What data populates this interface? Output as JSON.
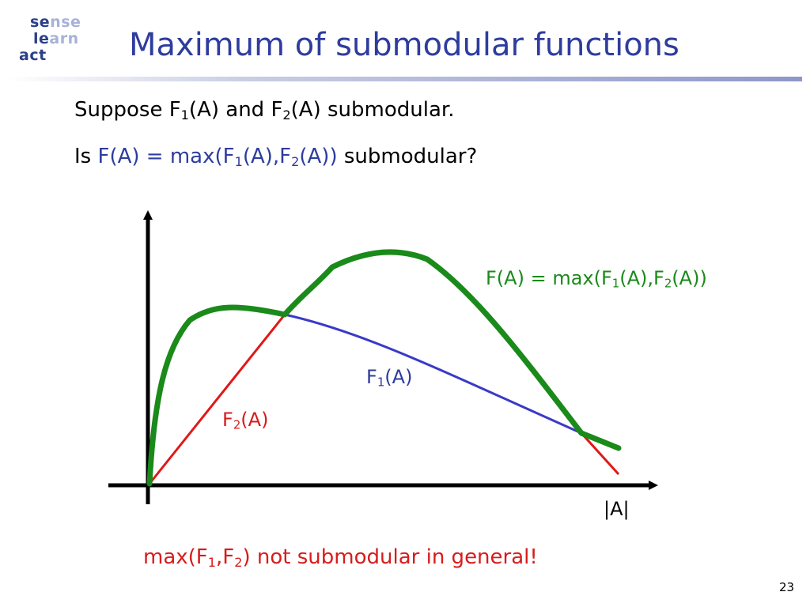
{
  "logo": {
    "row1": [
      "se",
      "nse"
    ],
    "row2": [
      "le",
      "arn"
    ],
    "row3": [
      "act",
      ""
    ]
  },
  "title": "Maximum of submodular functions",
  "line1": {
    "t1": "Suppose F",
    "s1": "1",
    "t2": "(A) and F",
    "s2": "2",
    "t3": "(A) submodular."
  },
  "line2": {
    "t1": "Is ",
    "b1": "F(A) = max(F",
    "bs1": "1",
    "b2": "(A),F",
    "bs2": "2",
    "b3": "(A))",
    "t2": " submodular?"
  },
  "diagram": {
    "max_label": {
      "t1": "F(A) = max(F",
      "s1": "1",
      "t2": "(A),F",
      "s2": "2",
      "t3": "(A))"
    },
    "f1_label": {
      "t1": "F",
      "s1": "1",
      "t2": "(A)"
    },
    "f2_label": {
      "t1": "F",
      "s1": "2",
      "t2": "(A)"
    },
    "x_axis_label": "|A|",
    "colors": {
      "max": "#1a8a1a",
      "f1": "#3a3ac8",
      "f2": "#e01818",
      "axis": "#000000"
    }
  },
  "caption": {
    "t1": "max(F",
    "s1": "1",
    "t2": ",F",
    "s2": "2",
    "t3": ") not submodular in general!"
  },
  "page_number": "23"
}
